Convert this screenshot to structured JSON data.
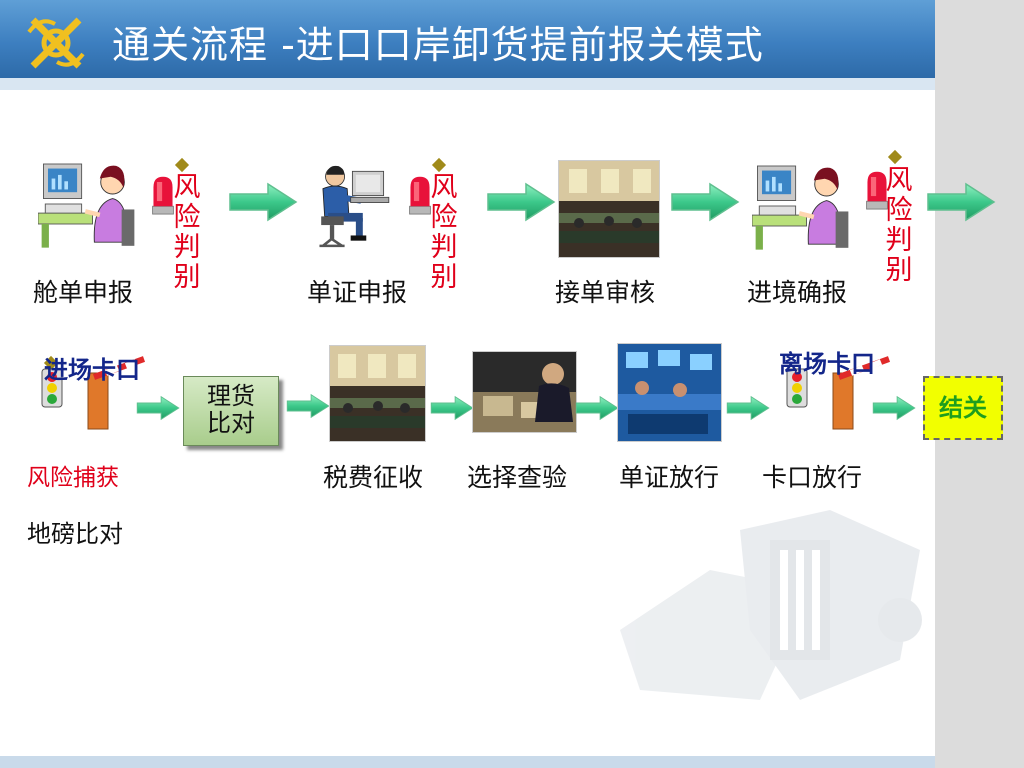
{
  "title": "通关流程 -进口口岸卸货提前报关模式",
  "logo_icon": "customs-emblem-icon",
  "row1": {
    "steps": [
      {
        "label": "舱单申报",
        "icon": "woman-at-computer-icon"
      },
      {
        "label": "单证申报",
        "icon": "man-at-computer-icon"
      },
      {
        "label": "接单审核",
        "icon": "customs-hall-photo"
      },
      {
        "label": "进境确报",
        "icon": "woman-at-computer-icon"
      }
    ],
    "risk_text": "风险判别"
  },
  "row2": {
    "gate_in": "进场卡口",
    "gate_out": "离场卡口",
    "lihuo": "理货比对",
    "jieguan": "结关",
    "steps": [
      {
        "label": "税费征收",
        "icon": "customs-hall-photo"
      },
      {
        "label": "选择查验",
        "icon": "inspection-photo"
      },
      {
        "label": "单证放行",
        "icon": "monitoring-room-photo"
      },
      {
        "label": "卡口放行",
        "icon": "gate-barrier-icon"
      }
    ],
    "risk_capture": "风险捕获",
    "weigh_compare": "地磅比对"
  },
  "colors": {
    "title_bar": "#3d7fc0",
    "arrow": "#3cc88a",
    "risk_red": "#e0001a",
    "navy": "#13268a",
    "end_box": "#f2ff00"
  }
}
